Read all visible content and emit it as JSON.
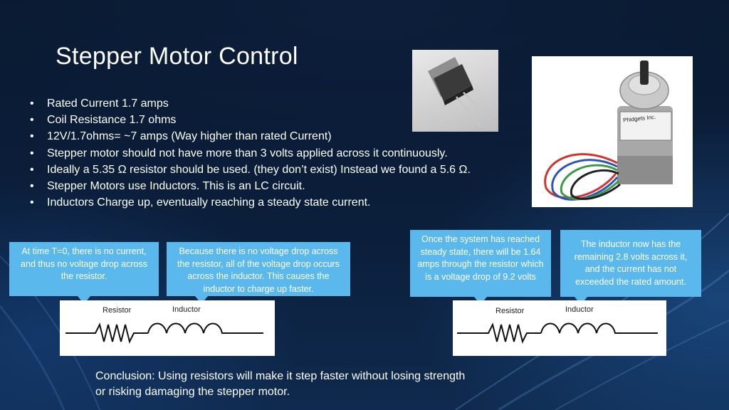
{
  "slide": {
    "title": "Stepper Motor Control",
    "bullets": [
      "Rated Current 1.7 amps",
      "Coil Resistance 1.7 ohms",
      "12V/1.7ohms= ~7 amps (Way higher than rated Current)",
      "Stepper motor should not have more than 3 volts applied across it continuously.",
      "Ideally a 5.35 Ω resistor should be used. (they don’t exist) Instead we found a 5.6 Ω.",
      "Stepper Motors use Inductors. This is an LC circuit.",
      "Inductors Charge up, eventually reaching a steady state current."
    ],
    "callouts": {
      "c1": "At time T=0, there is no current, and thus no voltage drop across the resistor.",
      "c2": "Because there is no voltage drop across the resistor, all of the voltage drop occurs across the inductor. This causes the inductor to charge up faster.",
      "c3": "Once the system has reached steady state, there will be 1.64 amps through the resistor which is a voltage drop of 9.2 volts",
      "c4": "The inductor now has the remaining 2.8 volts across it, and the current has not exceeded the rated amount."
    },
    "circuit_left": {
      "resistor_label": "Resistor",
      "inductor_label": "Inductor"
    },
    "circuit_right": {
      "resistor_label": "Resistor",
      "inductor_label": "Inductor"
    },
    "motor_label": "Phidgets Inc.",
    "conclusion": "Conclusion: Using resistors will make it step faster without losing strength or risking damaging the stepper motor."
  },
  "colors": {
    "background": "#0b1e3a",
    "callout": "#5bb8ec",
    "text": "#ffffff"
  },
  "icons": {
    "bullet": "•"
  }
}
